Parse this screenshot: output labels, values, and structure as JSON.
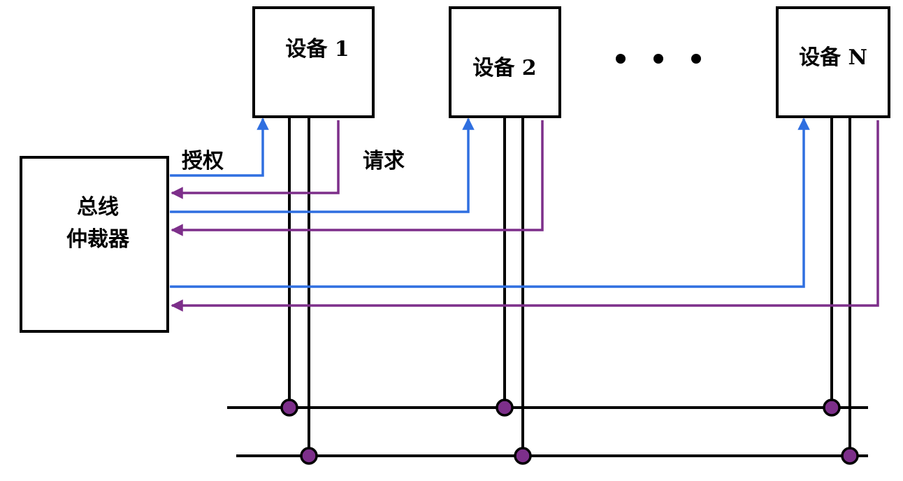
{
  "arbiter": {
    "label_line1": "总线",
    "label_line2": "仲裁器"
  },
  "devices": [
    {
      "label": "设备 1"
    },
    {
      "label": "设备 2"
    },
    {
      "label": "设备 N"
    }
  ],
  "ellipsis": "• • •",
  "signals": {
    "grant_label": "授权",
    "request_label": "请求"
  },
  "colors": {
    "grant": "#2f6fe0",
    "request": "#7d2f8a",
    "bus": "#000000",
    "node_fill": "#7d2f8a"
  }
}
